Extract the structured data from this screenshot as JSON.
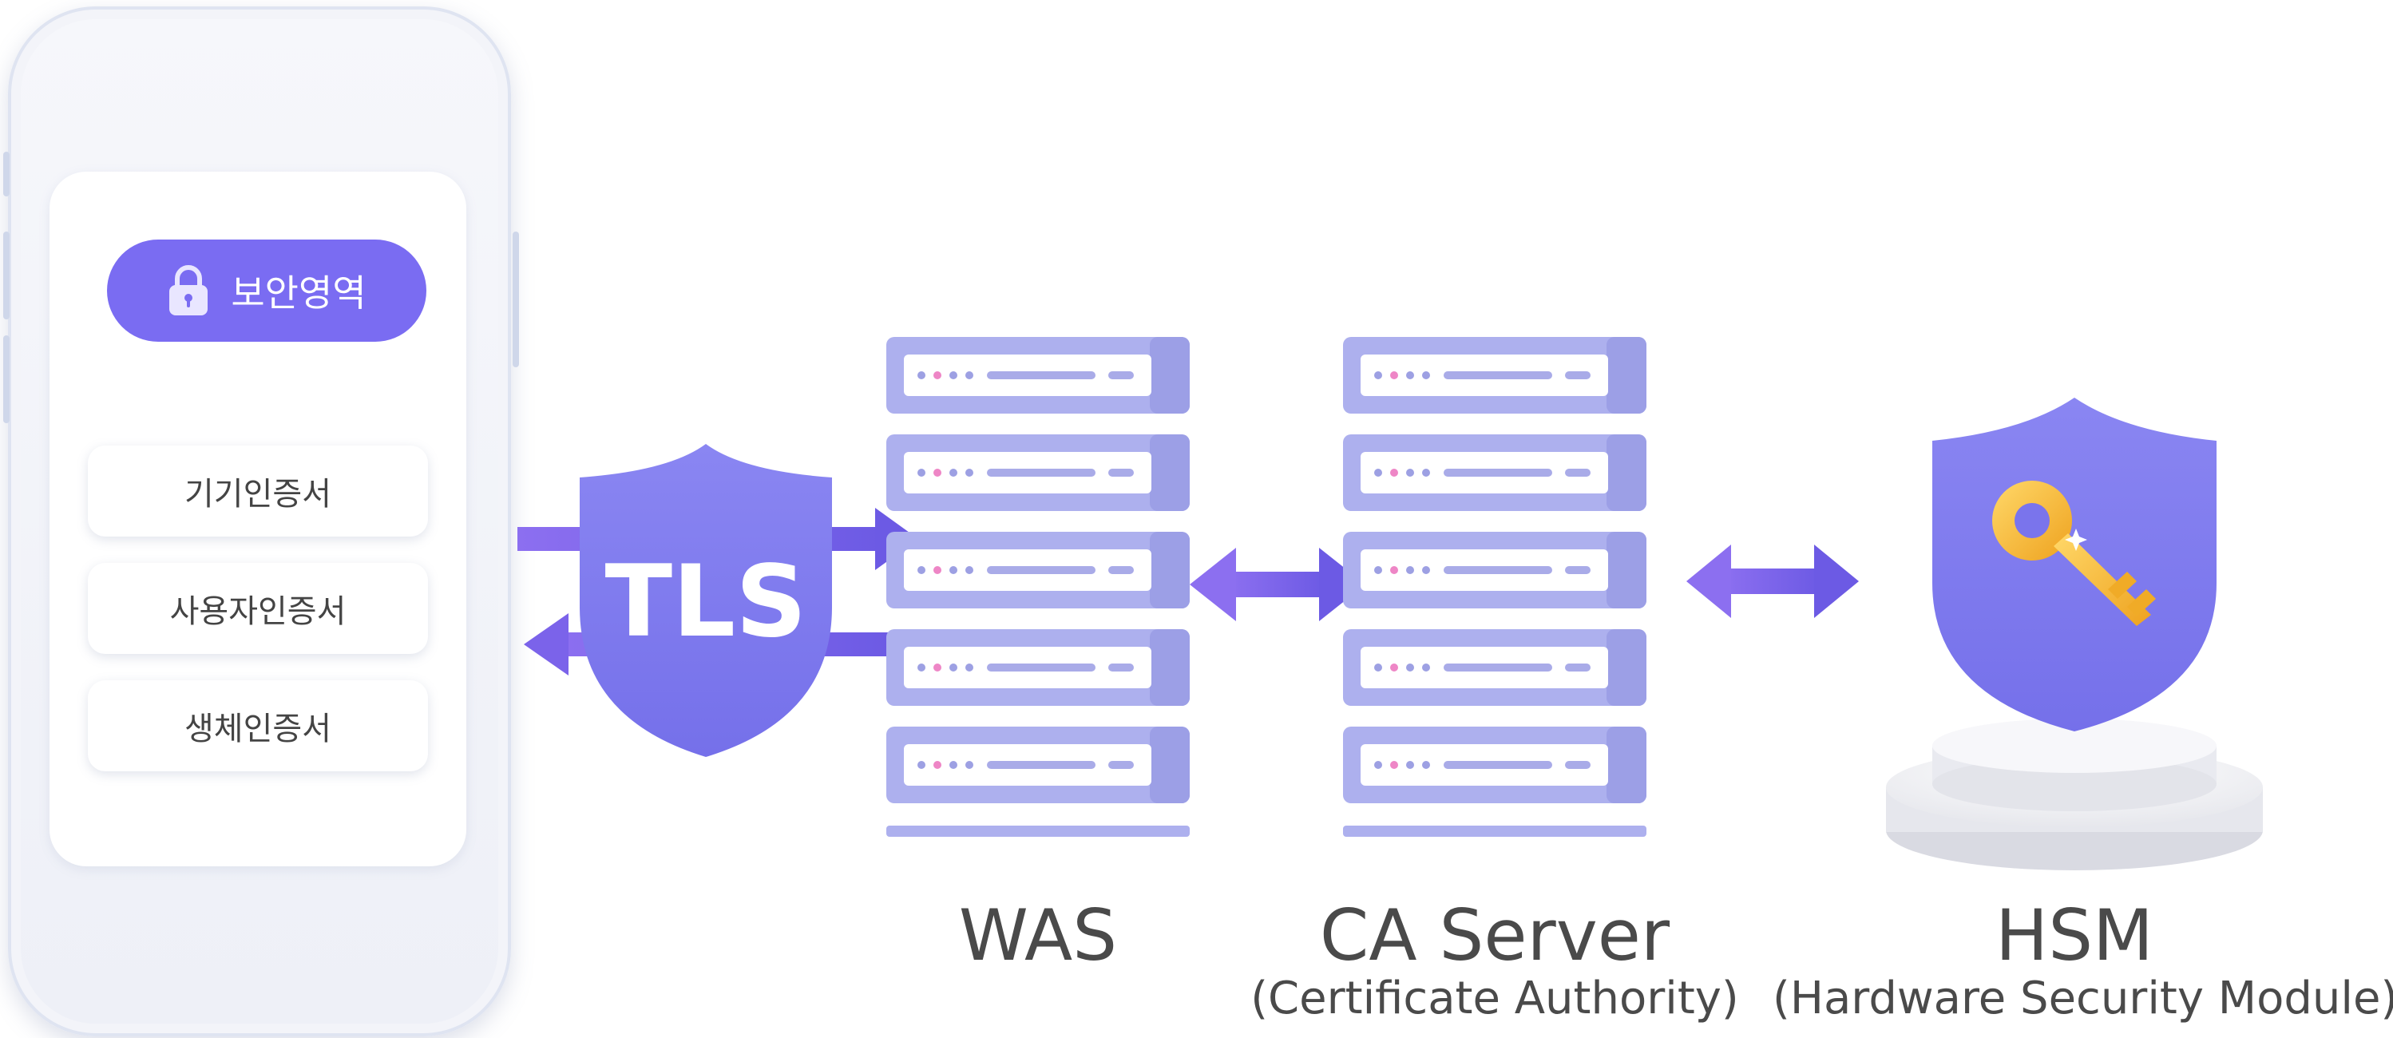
{
  "phone": {
    "secure_area": "보안영역",
    "certificates": [
      "기기인증서",
      "사용자인증서",
      "생체인증서"
    ]
  },
  "tls": {
    "label": "TLS"
  },
  "was": {
    "label": "WAS"
  },
  "ca": {
    "label": "CA Server",
    "sublabel": "(Certificate Authority)"
  },
  "hsm": {
    "label": "HSM",
    "sublabel": "(Hardware Security Module)"
  },
  "colors": {
    "accent": "#7a6cf2",
    "shield": "#7d78ee",
    "server": "#adb0ee",
    "server_dark": "#9c9fe6",
    "arrow": "#7863e8",
    "key": "#f5b82e"
  },
  "icons": [
    "lock-icon",
    "shield-icon",
    "server-rack-icon",
    "key-icon",
    "double-arrow-icon"
  ]
}
